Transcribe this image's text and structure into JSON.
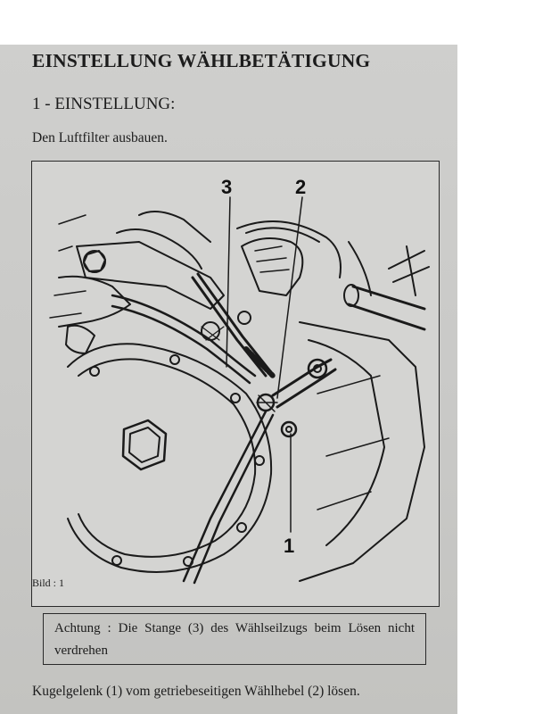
{
  "document": {
    "title": "EINSTELLUNG WÄHLBETÄTIGUNG",
    "section_heading": "1 - EINSTELLUNG:",
    "intro_text": "Den Luftfilter ausbauen.",
    "figure": {
      "callout_labels": [
        "3",
        "2",
        "1"
      ],
      "caption": "Bild : 1"
    },
    "warning_text": "Achtung : Die Stange (3) des Wählseilzugs beim Lösen nicht verdrehen",
    "instruction_text": "Kugelgelenk (1) vom getriebeseitigen Wählhebel (2) lösen."
  }
}
